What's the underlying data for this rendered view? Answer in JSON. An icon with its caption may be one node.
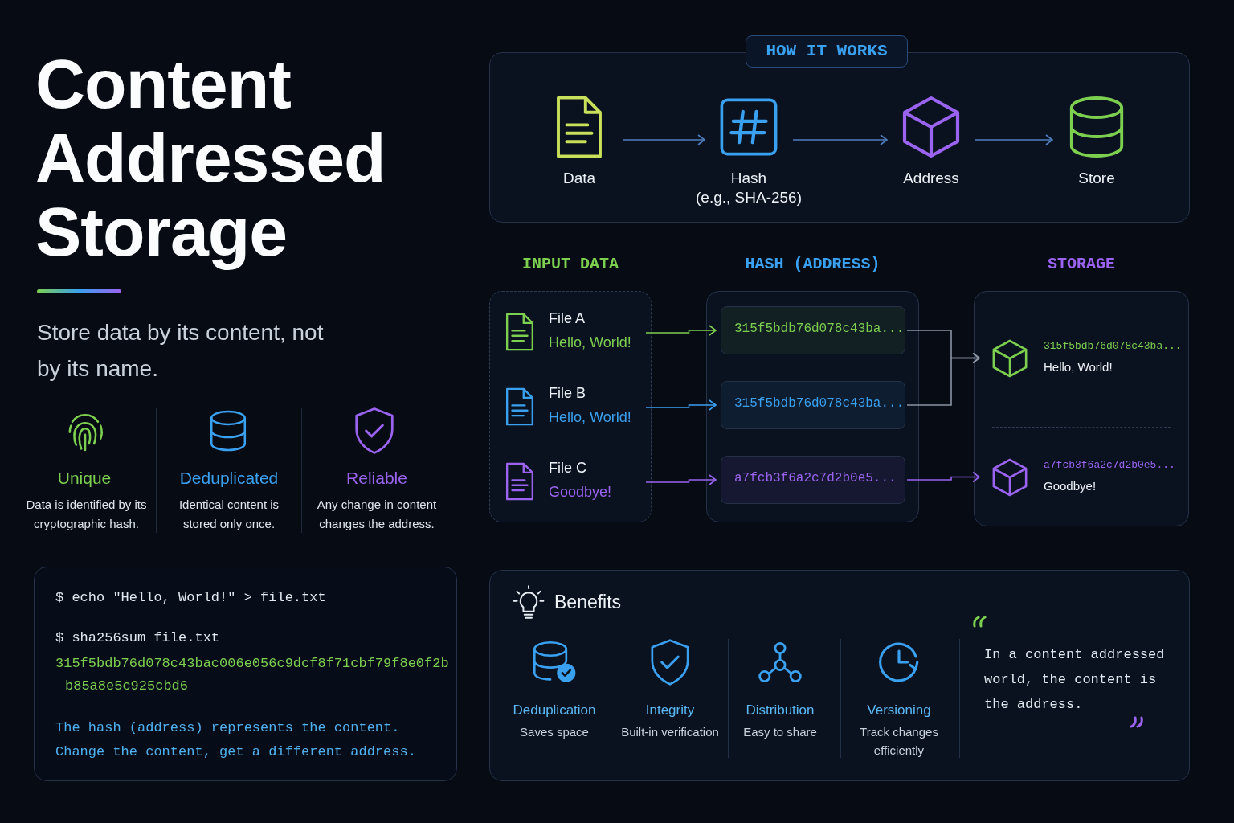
{
  "diagram": {
    "title": "Content Addressed Storage",
    "nodes": [
      {
        "text": [
          "HOW IT WORKS"
        ]
      },
      {
        "text": [
          "Data"
        ],
        "in": 0
      },
      {
        "text": [
          "Hash",
          "(e.g., SHA-256)"
        ],
        "in": 0
      },
      {
        "text": [
          "Address"
        ],
        "in": 0
      },
      {
        "text": [
          "Store"
        ],
        "in": 0
      },
      {
        "text": [
          "INPUT DATA"
        ]
      },
      {
        "text": [
          "File A",
          "Hello, World!"
        ],
        "in": 5
      },
      {
        "text": [
          "File B",
          "Hello, World!"
        ],
        "in": 5
      },
      {
        "text": [
          "File C",
          "Goodbye!"
        ],
        "in": 5
      },
      {
        "text": [
          "HASH (ADDRESS)"
        ]
      },
      {
        "text": [
          "315f5bdb76d078c43ba..."
        ],
        "in": 9
      },
      {
        "text": [
          "315f5bdb76d078c43ba..."
        ],
        "in": 9
      },
      {
        "text": [
          "a7fcb3f6a2c7d2b0e5..."
        ],
        "in": 9
      },
      {
        "text": [
          "STORAGE"
        ]
      },
      {
        "text": [
          "315f5bdb76d078c43ba...",
          "Hello, World!"
        ],
        "in": 13
      },
      {
        "text": [
          "a7fcb3f6a2c7d2b0e5...",
          "Goodbye!"
        ],
        "in": 13
      },
      {
        "text": [
          "$ echo \"Hello, World!\" > file.txt",
          "$ sha256sum file.txt",
          "315f5bdb76d078c43bac006e056c9dcf8f71cbf79f8e0f2b b85a8e5c925cbd6",
          "The hash (address) represents the content.",
          "Change the content, get a different address."
        ]
      },
      {
        "text": [
          "Benefits"
        ]
      },
      {
        "text": [
          "Deduplication",
          "Saves space"
        ],
        "in": 17
      },
      {
        "text": [
          "Integrity",
          "Built-in verification"
        ],
        "in": 17
      },
      {
        "text": [
          "Distribution",
          "Easy to share"
        ],
        "in": 17
      },
      {
        "text": [
          "Versioning",
          "Track changes efficiently"
        ],
        "in": 17
      },
      {
        "text": [
          "In a content addressed world, the content is the address."
        ],
        "in": 17
      }
    ],
    "edges": [
      {
        "from": 1,
        "to": 2,
        "arrow": "to",
        "color": "#4f7fc0"
      },
      {
        "from": 2,
        "to": 3,
        "arrow": "to",
        "color": "#4f7fc0"
      },
      {
        "from": 3,
        "to": 4,
        "arrow": "to",
        "color": "#4f7fc0"
      },
      {
        "from": 6,
        "to": 10,
        "arrow": "to",
        "color": "#7ccf4f"
      },
      {
        "from": 7,
        "to": 11,
        "arrow": "to",
        "color": "#3aa0f0"
      },
      {
        "from": 8,
        "to": 12,
        "arrow": "to",
        "color": "#9a63f0"
      },
      {
        "from": 10,
        "to": 14,
        "arrow": "to",
        "color": "#8a94a3"
      },
      {
        "from": 11,
        "to": 14,
        "arrow": "to",
        "color": "#8a94a3"
      },
      {
        "from": 12,
        "to": 15,
        "arrow": "to",
        "color": "#9a63f0"
      }
    ],
    "labels": [
      "Store data by its content, not by its name.",
      "Unique",
      "Data is identified by its cryptographic hash.",
      "Deduplicated",
      "Identical content is stored only once.",
      "Reliable",
      "Any change in content changes the address."
    ]
  }
}
